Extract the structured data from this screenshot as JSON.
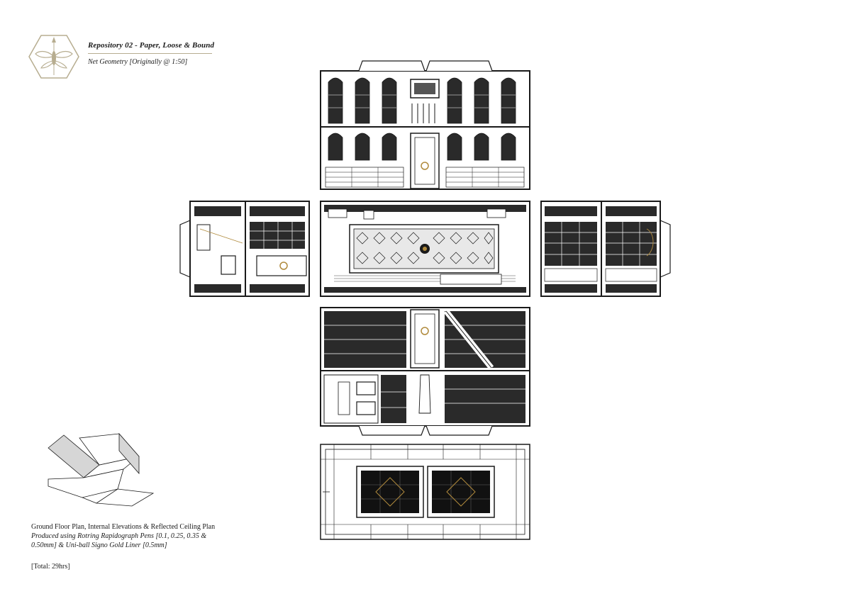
{
  "header": {
    "title": "Repository 02 - Paper, Loose & Bound",
    "subtitle": "Net Geometry [Originally @ 1:50]",
    "logo_icon": "hexagon-bee-emblem-icon",
    "accent_color": "#b7ad90"
  },
  "panels": [
    {
      "id": "top-elevation",
      "icon": "library-elevation-drawing"
    },
    {
      "id": "left-elevation",
      "icon": "library-elevation-drawing"
    },
    {
      "id": "floor-plan",
      "icon": "library-floor-plan-drawing"
    },
    {
      "id": "right-elevation",
      "icon": "library-elevation-drawing"
    },
    {
      "id": "bottom-elevation",
      "icon": "library-elevation-drawing"
    },
    {
      "id": "ceiling-plan",
      "icon": "reflected-ceiling-plan-drawing"
    }
  ],
  "isometric": {
    "icon": "folded-net-isometric-icon"
  },
  "caption": {
    "line1": "Ground Floor Plan, Internal Elevations & Reflected Ceiling Plan",
    "line2": "Produced using Rotring Rapidograph Pens [0.1, 0.25, 0.35 &",
    "line3": "0.50mm] & Uni-ball Signo Gold Liner [0.5mm]",
    "total": "[Total: 29hrs]"
  },
  "colors": {
    "ink": "#1a1a1a",
    "gold": "#b08a3c",
    "paper": "#ffffff"
  }
}
